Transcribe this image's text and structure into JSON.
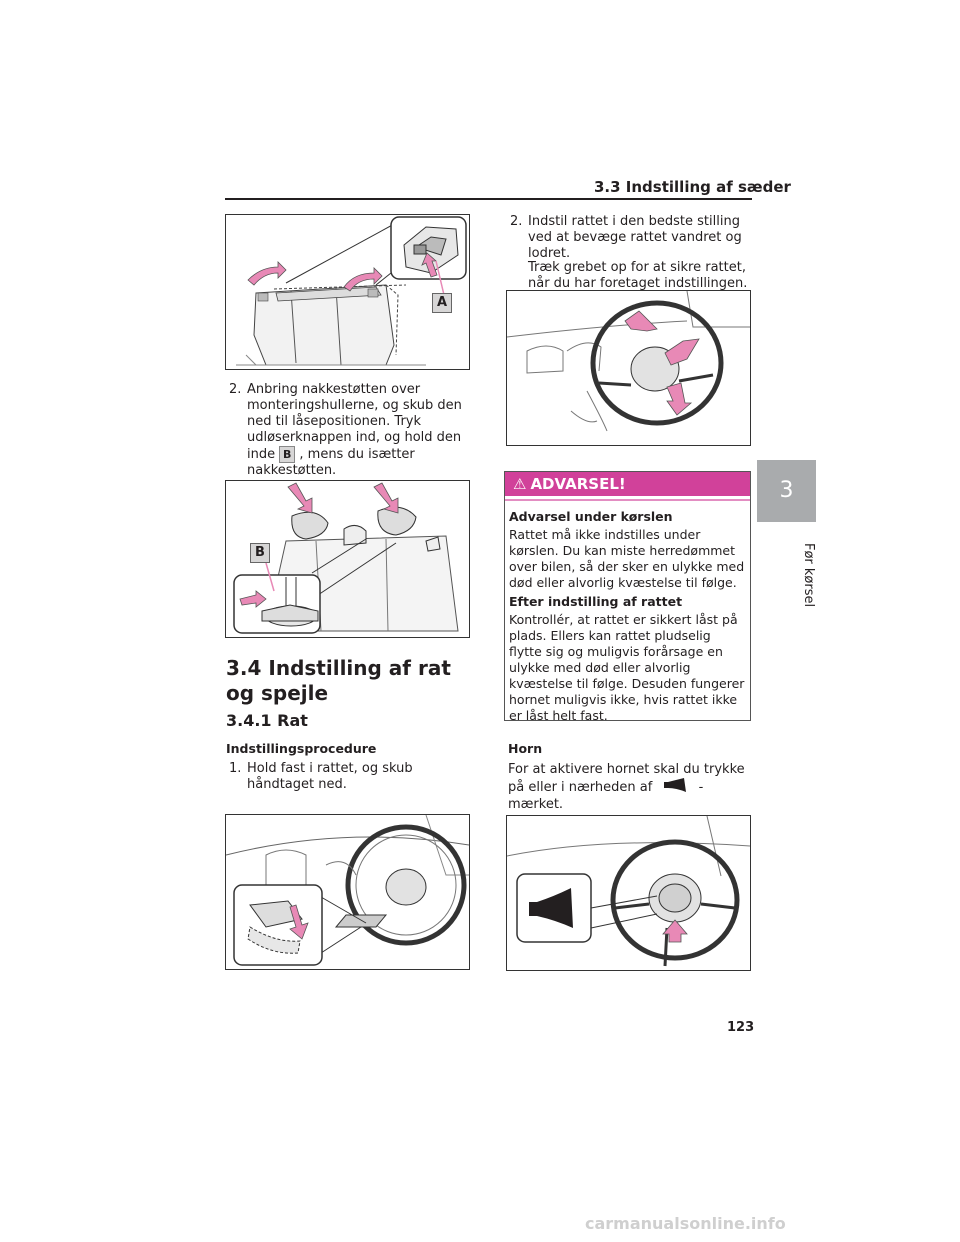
{
  "header": {
    "title": "3.3  Indstilling af sæder"
  },
  "side_tab": {
    "number": "3",
    "label": "Før kørsel"
  },
  "left": {
    "figure1": {
      "callout": "A"
    },
    "step2": {
      "num": "2.",
      "text_before_badge": "Anbring nakkestøtten over monteringshullerne, og skub den ned til låsepositionen. Tryk udløserknappen ind, og hold den inde",
      "badge": "B",
      "text_after_badge": ", mens du isætter nakkestøtten."
    },
    "figure2": {
      "callout": "B"
    },
    "section_title": "3.4  Indstilling af rat og spejle",
    "subsection_title": "3.4.1  Rat",
    "procedure_title": "Indstillingsprocedure",
    "step1": {
      "num": "1.",
      "text": "Hold fast i rattet, og skub håndtaget ned."
    }
  },
  "right": {
    "step2": {
      "num": "2.",
      "text": "Indstil rattet i den bedste stilling ved at bevæge rattet vandret og lodret.",
      "text2": "Træk grebet op for at sikre rattet, når du har foretaget indstillingen."
    },
    "warning": {
      "title": "ADVARSEL!",
      "sub1": "Advarsel under kørslen",
      "text1": "Rattet må ikke indstilles under kørslen. Du kan miste herredømmet over bilen, så der sker en ulykke med død eller alvorlig kvæstelse til følge.",
      "sub2": "Efter indstilling af rattet",
      "text2": "Kontrollér, at rattet er sikkert låst på plads. Ellers kan rattet pludselig flytte sig og muligvis forårsage en ulykke med død eller alvorlig kvæstelse til følge. Desuden fungerer hornet muligvis ikke, hvis rattet ikke er låst helt fast."
    },
    "horn": {
      "title": "Horn",
      "text_before": "For at aktivere hornet skal du trykke på eller i nærheden af",
      "text_after": "-mærket."
    }
  },
  "page_number": "123",
  "watermark": "carmanualsonline.info",
  "colors": {
    "accent_pink": "#d1419a",
    "arrow_pink": "#e889b6",
    "tab_gray": "#a9abad"
  }
}
